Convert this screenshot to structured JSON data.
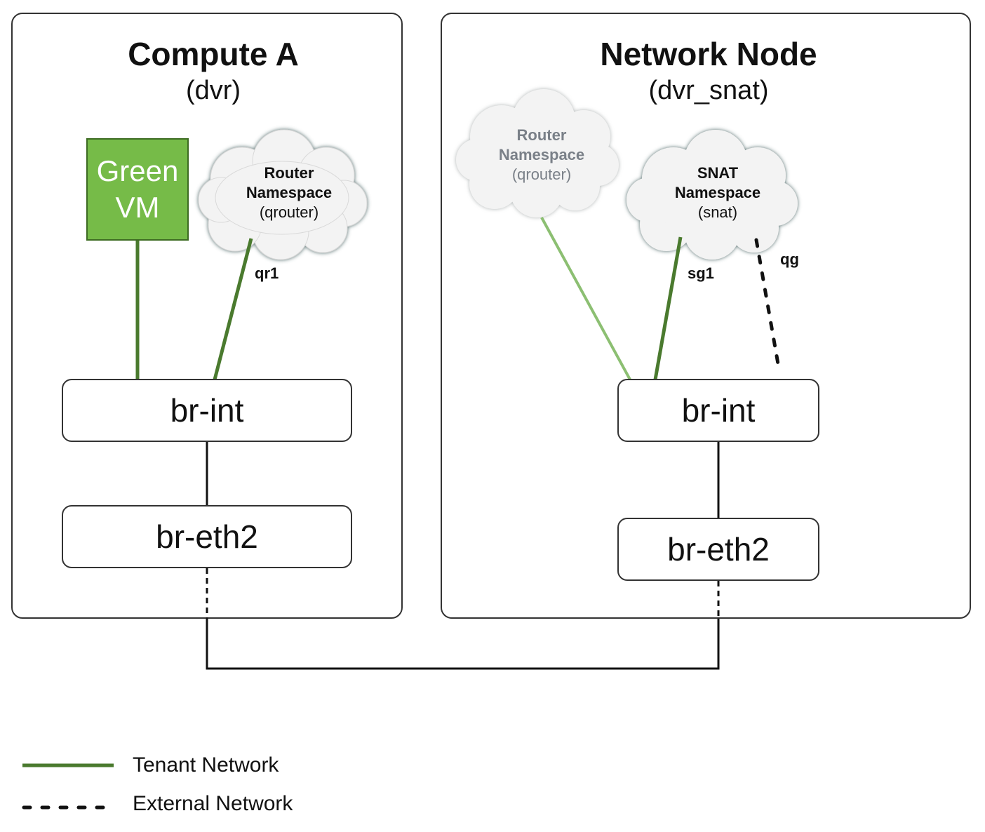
{
  "compute": {
    "title": "Compute A",
    "subtitle": "(dvr)",
    "vm": {
      "line1": "Green",
      "line2": "VM"
    },
    "router_ns": {
      "line1": "Router",
      "line2": "Namespace",
      "line3": "(qrouter)"
    },
    "port_qr1": "qr1",
    "br_int": "br-int",
    "br_eth2": "br-eth2"
  },
  "network": {
    "title": "Network Node",
    "subtitle": "(dvr_snat)",
    "router_ns": {
      "line1": "Router",
      "line2": "Namespace",
      "line3": "(qrouter)"
    },
    "snat_ns": {
      "line1": "SNAT",
      "line2": "Namespace",
      "line3": "(snat)"
    },
    "port_sg1": "sg1",
    "port_qg": "qg",
    "br_int": "br-int",
    "br_eth2": "br-eth2"
  },
  "legend": {
    "tenant": "Tenant Network",
    "external": "External Network"
  },
  "colors": {
    "tenant_line": "#4a7a2e",
    "tenant_line_faded": "#8cbf72",
    "vm_fill": "#76bb48",
    "cloud_fill": "#f2f2f2",
    "faded_text": "#7a8088"
  }
}
